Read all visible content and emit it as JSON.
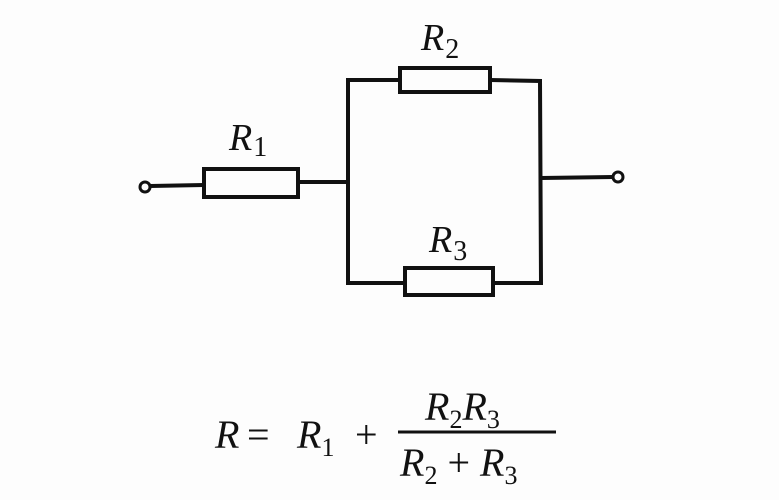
{
  "circuit": {
    "resistors": [
      {
        "name": "R",
        "sub": "1"
      },
      {
        "name": "R",
        "sub": "2"
      },
      {
        "name": "R",
        "sub": "3"
      }
    ]
  },
  "formula": {
    "lhs": "R",
    "equals": "=",
    "r1": "R",
    "r1_sub": "1",
    "plus": "+",
    "num_a": "R",
    "num_a_sub": "2",
    "num_b": "R",
    "num_b_sub": "3",
    "den_a": "R",
    "den_a_sub": "2",
    "den_plus": "+",
    "den_b": "R",
    "den_b_sub": "3"
  }
}
